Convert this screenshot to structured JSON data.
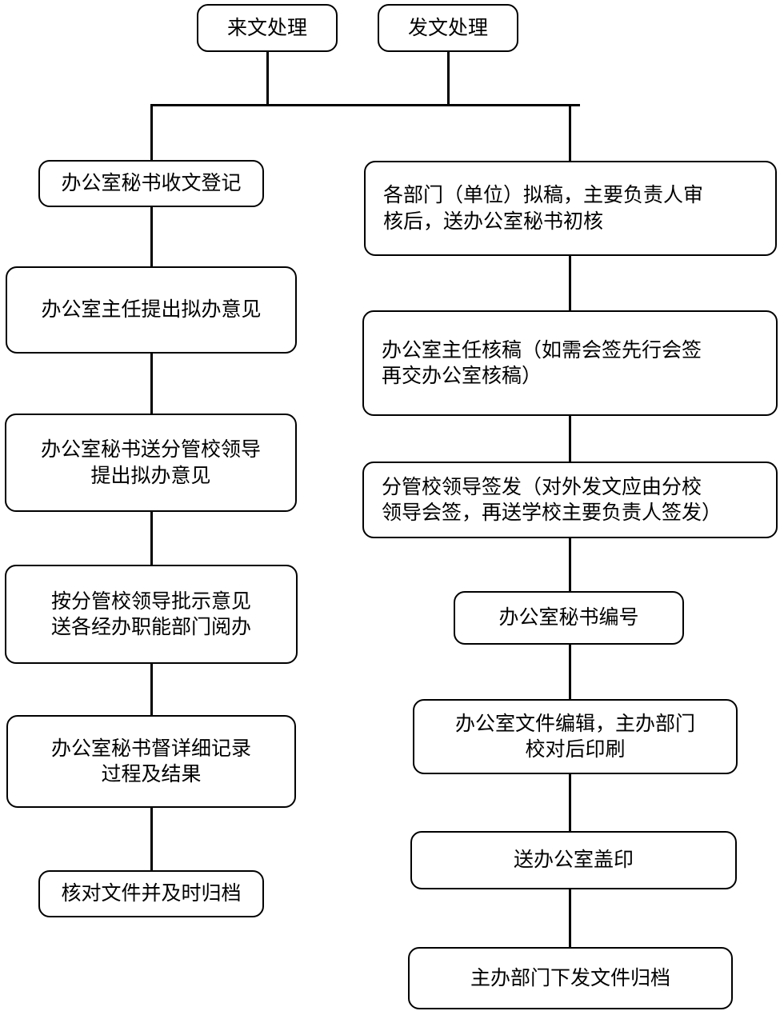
{
  "diagram": {
    "title_visible": false,
    "background_color": "#ffffff",
    "line_color": "#000000",
    "text_color": "#000000",
    "columns": [
      {
        "name": "incoming-document-process",
        "header": "来文处理",
        "steps": [
          "办公室秘书收文登记",
          "办公室主任提出拟办意见",
          "办公室秘书送分管校领导\n提出拟办意见",
          "按分管校领导批示意见\n送各经办职能部门阅办",
          "办公室秘书督详细记录\n过程及结果",
          "核对文件并及时归档"
        ]
      },
      {
        "name": "outgoing-document-process",
        "header": "发文处理",
        "steps": [
          "各部门（单位）拟稿，主要负责人审\n核后，送办公室秘书初核",
          "办公室主任核稿（如需会签先行会签\n再交办公室核稿）",
          "分管校领导签发（对外发文应由分校\n领导会签，再送学校主要负责人签发）",
          "办公室秘书编号",
          "办公室文件编辑，主办部门\n校对后印刷",
          "送办公室盖印",
          "主办部门下发文件归档"
        ]
      }
    ]
  },
  "nodes": {
    "top_left": "来文处理",
    "top_right": "发文处理",
    "left_1": "办公室秘书收文登记",
    "left_2": "办公室主任提出拟办意见",
    "left_3": "办公室秘书送分管校领导\n提出拟办意见",
    "left_4": "按分管校领导批示意见\n送各经办职能部门阅办",
    "left_5": "办公室秘书督详细记录\n过程及结果",
    "left_6": "核对文件并及时归档",
    "right_1": "各部门（单位）拟稿，主要负责人审\n核后，送办公室秘书初核",
    "right_2": "办公室主任核稿（如需会签先行会签\n再交办公室核稿）",
    "right_3": "分管校领导签发（对外发文应由分校\n领导会签，再送学校主要负责人签发）",
    "right_4": "办公室秘书编号",
    "right_5": "办公室文件编辑，主办部门\n校对后印刷",
    "right_6": "送办公室盖印",
    "right_7": "主办部门下发文件归档"
  }
}
